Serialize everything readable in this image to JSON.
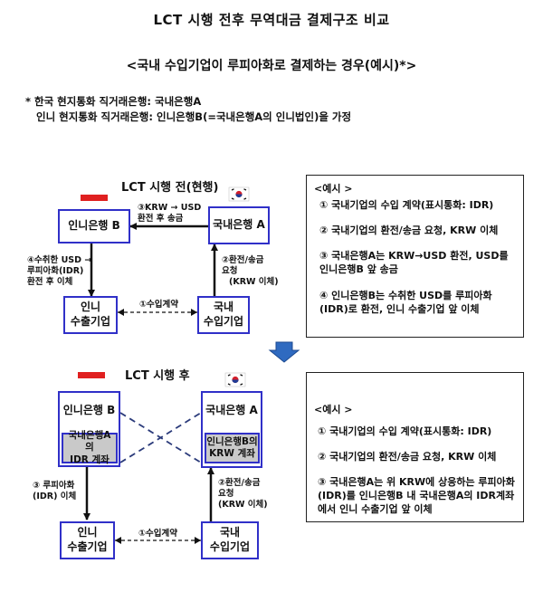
{
  "header": {
    "title": "LCT 시행 전후 무역대금 결제구조 비교",
    "subtitle": "<국내 수입기업이 루피아화로 결제하는 경우(예시)*>"
  },
  "notes": {
    "line1": "* 한국 현지통화 직거래은행: 국내은행A",
    "line2": "인니 현지통화 직거래은행: 인니은행B(=국내은행A의 인니법인)을 가정"
  },
  "before": {
    "title": "LCT 시행 전(현행)",
    "bank_b": "인니은행 B",
    "bank_a": "국내은행 A",
    "exporter": [
      "인니",
      "수출기업"
    ],
    "importer": [
      "국내",
      "수입기업"
    ],
    "arrow3_label": [
      "③KRW → USD",
      "환전 후 송금"
    ],
    "arrow4_label": [
      "④수취한 USD →",
      "루피아화(IDR)",
      "환전 후 이체"
    ],
    "arrow2_label": [
      "②환전/송금",
      "요청",
      "(KRW 이체)"
    ],
    "contract_label": "①수입계약",
    "panel": {
      "head": "<예시 >",
      "steps": [
        "① 국내기업의 수입 계약(표시통화: IDR)",
        "② 국내기업의 환전/송금 요청, KRW 이체",
        "③ 국내은행A는 KRW→USD 환전, USD를 인니은행B 앞 송금",
        "④ 인니은행B는 수취한 USD를 루피아화(IDR)로 환전, 인니 수출기업 앞 이체"
      ]
    }
  },
  "after": {
    "title": "LCT 시행 후",
    "bank_b": "인니은행 B",
    "bank_a": "국내은행 A",
    "bank_b_account": [
      "국내은행A 의",
      "IDR 계좌"
    ],
    "bank_a_account": [
      "인니은행B의",
      "KRW 계좌"
    ],
    "exporter": [
      "인니",
      "수출기업"
    ],
    "importer": [
      "국내",
      "수입기업"
    ],
    "arrow3_label": [
      "③ 루피아화",
      "(IDR) 이체"
    ],
    "arrow2_label": [
      "②환전/송금",
      "요청",
      "(KRW 이체)"
    ],
    "contract_label": "①수입계약",
    "panel": {
      "head": "<예시 >",
      "steps": [
        "① 국내기업의 수입 계약(표시통화: IDR)",
        "② 국내기업의 환전/송금 요청, KRW 이체",
        "③ 국내은행A는 위 KRW에 상응하는 루피아화(IDR)를 인니은행B 내 국내은행A의 IDR계좌에서 인니 수출기업 앞 이체"
      ]
    }
  },
  "colors": {
    "box_border": "#3030c8",
    "indonesia_flag": "#e02020",
    "down_arrow": "#2f6ac0",
    "dashed_line": "#2a3a7a"
  }
}
